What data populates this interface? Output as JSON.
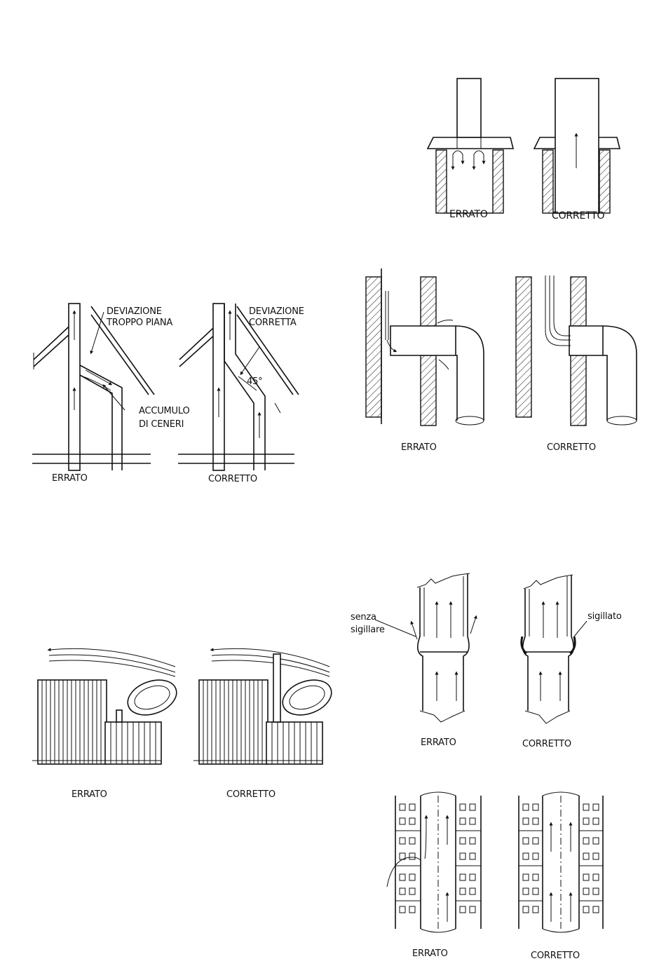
{
  "panels": {
    "cap": {
      "wrong": "ERRATO",
      "right": "CORRETTO"
    },
    "roof": {
      "wrong": "ERRATO",
      "right": "CORRETTO",
      "wrong_note": "DEVIAZIONE\nTROPPO PIANA",
      "right_note": "DEVIAZIONE\nCORRETTA",
      "ash_note": "ACCUMULO\nDI CENERI",
      "angle": "45°"
    },
    "elbow": {
      "wrong": "ERRATO",
      "right": "CORRETTO"
    },
    "wind": {
      "wrong": "ERRATO",
      "right": "CORRETTO"
    },
    "seal": {
      "wrong": "ERRATO",
      "right": "CORRETTO",
      "unsealed": "senza\nsigillare",
      "sealed": "sigillato"
    },
    "block": {
      "wrong": "ERRATO",
      "right": "CORRETTO"
    }
  }
}
